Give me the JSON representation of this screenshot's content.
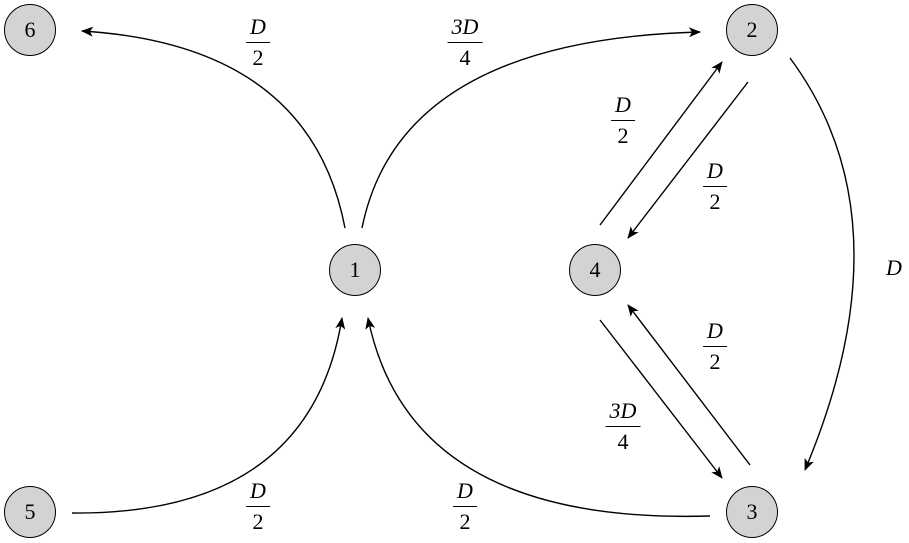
{
  "nodes": {
    "n1": "1",
    "n2": "2",
    "n3": "3",
    "n4": "4",
    "n5": "5",
    "n6": "6"
  },
  "edges": [
    {
      "from": "1",
      "to": "6",
      "num": "D",
      "den": "2"
    },
    {
      "from": "1",
      "to": "2",
      "num": "3D",
      "den": "4"
    },
    {
      "from": "4",
      "to": "2",
      "num": "D",
      "den": "2"
    },
    {
      "from": "2",
      "to": "4",
      "num": "D",
      "den": "2"
    },
    {
      "from": "2",
      "to": "3",
      "label": "D"
    },
    {
      "from": "3",
      "to": "4",
      "num": "D",
      "den": "2"
    },
    {
      "from": "4",
      "to": "3",
      "num": "3D",
      "den": "4"
    },
    {
      "from": "5",
      "to": "1",
      "num": "D",
      "den": "2"
    },
    {
      "from": "3",
      "to": "1",
      "num": "D",
      "den": "2"
    }
  ]
}
